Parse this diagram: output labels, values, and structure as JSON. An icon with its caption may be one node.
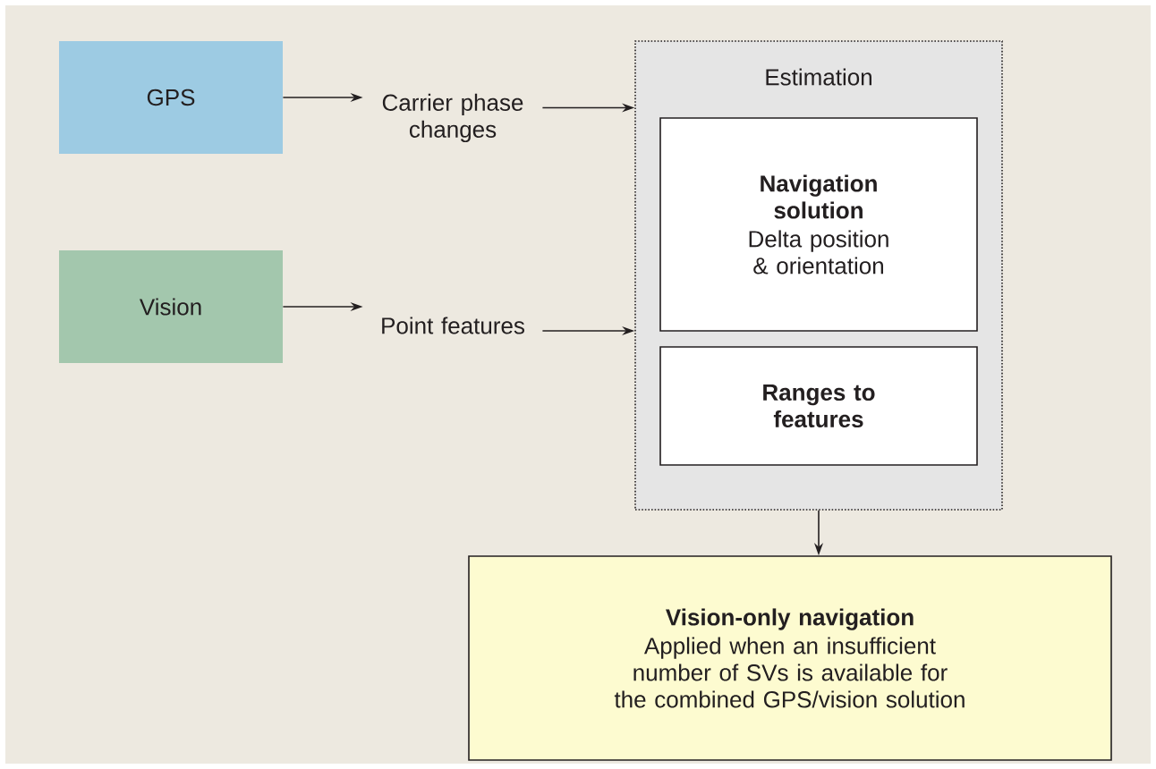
{
  "diagram": {
    "nodes": [
      {
        "text": [
          "GPS"
        ]
      },
      {
        "text": [
          "Carrier phase changes"
        ]
      },
      {
        "text": [
          "Vision"
        ]
      },
      {
        "text": [
          "Point features"
        ]
      },
      {
        "text": [
          "Estimation"
        ]
      },
      {
        "text": [
          "Navigation solution",
          "Delta position & orientation"
        ],
        "in": 4
      },
      {
        "text": [
          "Ranges to features"
        ],
        "in": 4
      },
      {
        "text": [
          "Vision-only navigation",
          "Applied when an insufficient number of SVs is available for the combined GPS/vision solution"
        ]
      }
    ],
    "edges": [
      {
        "from": 0,
        "to": 1,
        "arrow": "to"
      },
      {
        "from": 1,
        "to": 4,
        "arrow": "to"
      },
      {
        "from": 2,
        "to": 3,
        "arrow": "to"
      },
      {
        "from": 3,
        "to": 4,
        "arrow": "to"
      },
      {
        "from": 4,
        "to": 7,
        "arrow": "to"
      }
    ]
  }
}
